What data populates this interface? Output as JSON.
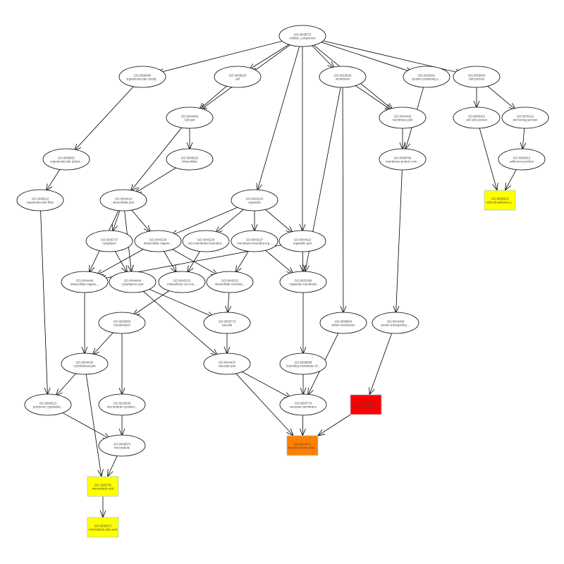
{
  "graph": {
    "nodes": [
      {
        "id": "GO:0005575",
        "label": "cellular_component",
        "shape": "ellipse"
      },
      {
        "id": "GO:0099080",
        "label": "supramolecular compl...",
        "shape": "ellipse"
      },
      {
        "id": "GO:0005623",
        "label": "cell",
        "shape": "ellipse"
      },
      {
        "id": "GO:0016020",
        "label": "membrane",
        "shape": "ellipse"
      },
      {
        "id": "GO:0032991",
        "label": "protein-containing c...",
        "shape": "ellipse"
      },
      {
        "id": "GO:0030054",
        "label": "cell junction",
        "shape": "ellipse"
      },
      {
        "id": "GO:0044464",
        "label": "cell part",
        "shape": "ellipse"
      },
      {
        "id": "GO:0044425",
        "label": "membrane part",
        "shape": "ellipse"
      },
      {
        "id": "GO:0005911",
        "label": "cell-cell junction",
        "shape": "ellipse"
      },
      {
        "id": "GO:0070161",
        "label": "anchoring junction",
        "shape": "ellipse"
      },
      {
        "id": "GO:0099081",
        "label": "supramolecular polym...",
        "shape": "ellipse"
      },
      {
        "id": "GO:0005622",
        "label": "intracellular",
        "shape": "ellipse"
      },
      {
        "id": "GO:0098796",
        "label": "membrane protein com...",
        "shape": "ellipse"
      },
      {
        "id": "GO:0005912",
        "label": "adherens junction",
        "shape": "ellipse"
      },
      {
        "id": "GO:0099512",
        "label": "supramolecular fiber",
        "shape": "ellipse"
      },
      {
        "id": "GO:0044424",
        "label": "intracellular part",
        "shape": "ellipse"
      },
      {
        "id": "GO:0043226",
        "label": "organelle",
        "shape": "ellipse"
      },
      {
        "id": "GO:0005913",
        "label": "cell-cell adherens j...",
        "shape": "box",
        "fill": "#ffff00"
      },
      {
        "id": "GO:0005737",
        "label": "cytoplasm",
        "shape": "ellipse"
      },
      {
        "id": "GO:0043229",
        "label": "intracellular organe...",
        "shape": "ellipse"
      },
      {
        "id": "GO:0043228",
        "label": "non-membrane-bounded...",
        "shape": "ellipse"
      },
      {
        "id": "GO:0043227",
        "label": "membrane-bounded org...",
        "shape": "ellipse"
      },
      {
        "id": "GO:0044422",
        "label": "organelle part",
        "shape": "ellipse"
      },
      {
        "id": "GO:0044446",
        "label": "intracellular organe...",
        "shape": "ellipse"
      },
      {
        "id": "GO:0044444",
        "label": "cytoplasmic part",
        "shape": "ellipse"
      },
      {
        "id": "GO:0043232",
        "label": "intracellular non-me...",
        "shape": "ellipse"
      },
      {
        "id": "GO:0043231",
        "label": "intracellular membra...",
        "shape": "ellipse"
      },
      {
        "id": "GO:0031090",
        "label": "organelle membrane",
        "shape": "ellipse"
      },
      {
        "id": "GO:0005856",
        "label": "cytoskeleton",
        "shape": "ellipse"
      },
      {
        "id": "GO:0005773",
        "label": "vacuole",
        "shape": "ellipse"
      },
      {
        "id": "GO:0098805",
        "label": "whole membrane",
        "shape": "ellipse"
      },
      {
        "id": "GO:0016469",
        "label": "proton-transporting ...",
        "shape": "ellipse"
      },
      {
        "id": "GO:0044430",
        "label": "cytoskeletal part",
        "shape": "ellipse"
      },
      {
        "id": "GO:0044437",
        "label": "vacuolar part",
        "shape": "ellipse"
      },
      {
        "id": "GO:0098588",
        "label": "bounding membrane of...",
        "shape": "ellipse"
      },
      {
        "id": "GO:0099513",
        "label": "polymeric cytoskelet...",
        "shape": "ellipse"
      },
      {
        "id": "GO:0015630",
        "label": "microtubule cytoskel...",
        "shape": "ellipse"
      },
      {
        "id": "GO:0005774",
        "label": "vacuolar membrane",
        "shape": "ellipse"
      },
      {
        "id": "GO:0033176",
        "label": "proton-transporting ...",
        "shape": "box",
        "fill": "#ff0000"
      },
      {
        "id": "GO:0005874",
        "label": "microtubule",
        "shape": "ellipse"
      },
      {
        "id": "GO:0016471",
        "label": "vacuolar proton-tran...",
        "shape": "box",
        "fill": "#ff8000"
      },
      {
        "id": "GO:1990752",
        "label": "microtubule end",
        "shape": "box",
        "fill": "#ffff00"
      },
      {
        "id": "GO:0035371",
        "label": "microtubule plus-end",
        "shape": "box",
        "fill": "#ffff00"
      }
    ],
    "edges": [
      [
        0,
        1
      ],
      [
        0,
        2
      ],
      [
        0,
        6
      ],
      [
        0,
        3
      ],
      [
        0,
        4
      ],
      [
        0,
        5
      ],
      [
        0,
        7
      ],
      [
        0,
        16
      ],
      [
        0,
        22
      ],
      [
        1,
        10
      ],
      [
        2,
        6
      ],
      [
        6,
        11
      ],
      [
        6,
        15
      ],
      [
        11,
        15
      ],
      [
        10,
        14
      ],
      [
        14,
        35
      ],
      [
        15,
        18
      ],
      [
        15,
        19
      ],
      [
        15,
        23
      ],
      [
        15,
        24
      ],
      [
        16,
        19
      ],
      [
        16,
        20
      ],
      [
        16,
        21
      ],
      [
        16,
        22
      ],
      [
        19,
        23
      ],
      [
        19,
        25
      ],
      [
        19,
        26
      ],
      [
        20,
        25
      ],
      [
        21,
        26
      ],
      [
        21,
        27
      ],
      [
        22,
        23
      ],
      [
        22,
        27
      ],
      [
        3,
        27
      ],
      [
        3,
        30
      ],
      [
        3,
        7
      ],
      [
        4,
        12
      ],
      [
        5,
        8
      ],
      [
        5,
        9
      ],
      [
        7,
        12
      ],
      [
        9,
        13
      ],
      [
        8,
        17
      ],
      [
        13,
        17
      ],
      [
        12,
        31
      ],
      [
        18,
        24
      ],
      [
        24,
        29
      ],
      [
        24,
        33
      ],
      [
        23,
        32
      ],
      [
        25,
        28
      ],
      [
        28,
        32
      ],
      [
        28,
        36
      ],
      [
        26,
        29
      ],
      [
        29,
        33
      ],
      [
        27,
        34
      ],
      [
        33,
        37
      ],
      [
        33,
        40
      ],
      [
        34,
        37
      ],
      [
        30,
        37
      ],
      [
        31,
        38
      ],
      [
        38,
        40
      ],
      [
        37,
        40
      ],
      [
        32,
        35
      ],
      [
        32,
        41
      ],
      [
        35,
        39
      ],
      [
        36,
        39
      ],
      [
        39,
        41
      ],
      [
        41,
        42
      ]
    ]
  }
}
